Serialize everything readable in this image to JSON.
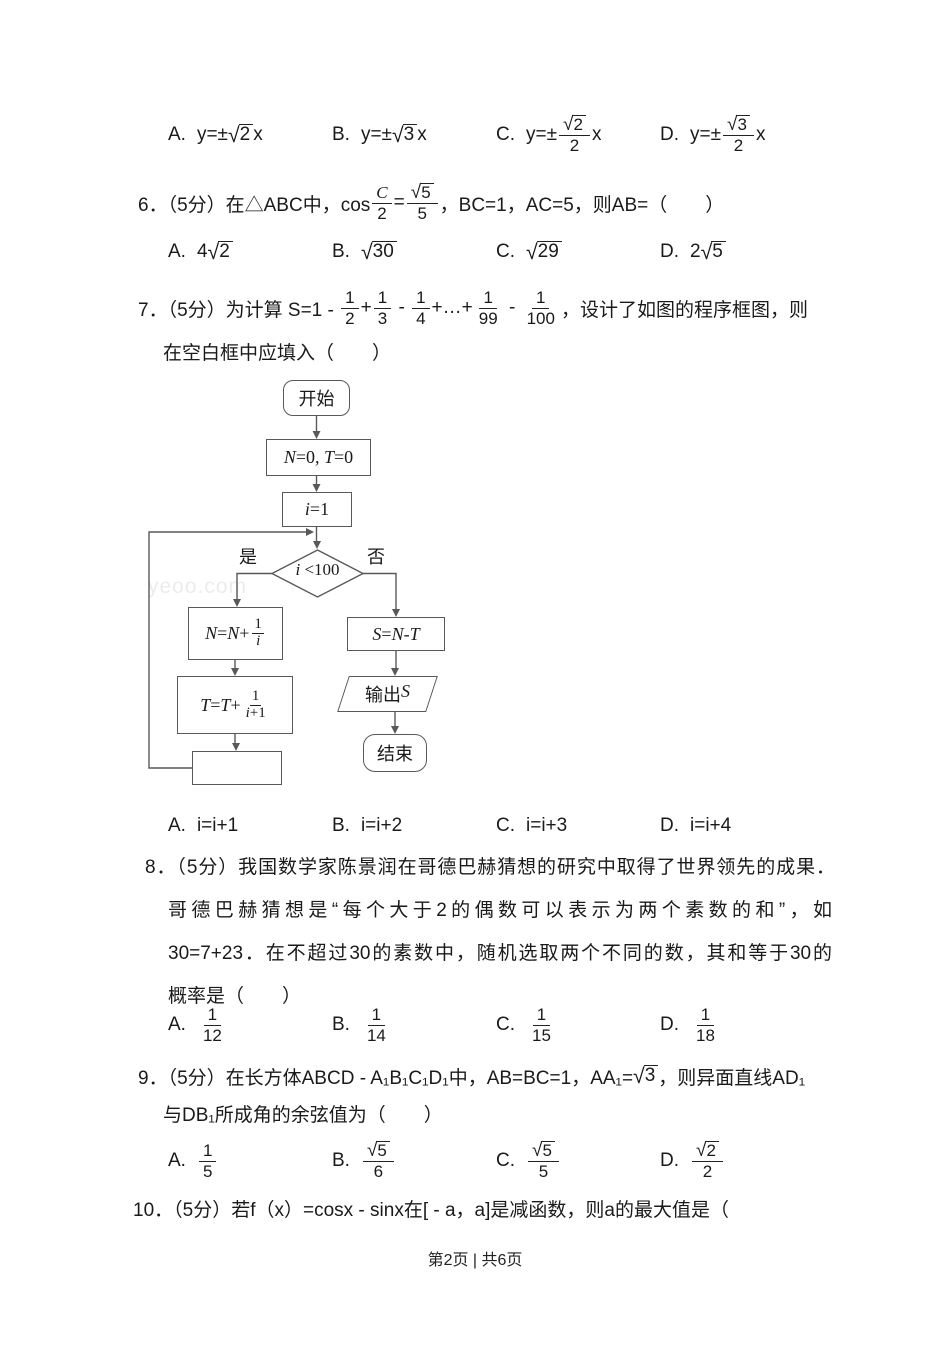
{
  "colors": {
    "text": "#1a1a1a",
    "flowchart_line": "#595959",
    "watermark": "rgba(0,0,0,0.08)"
  },
  "footer": {
    "text": "第2页 | 共6页"
  },
  "watermark": {
    "text": "yeoo.com"
  },
  "q5": {
    "options": [
      {
        "letter": "A.",
        "pre": "y=±",
        "sqrt": "2",
        "post": "x"
      },
      {
        "letter": "B.",
        "pre": "y=±",
        "sqrt": "3",
        "post": "x"
      },
      {
        "letter": "C.",
        "pre": "y=±",
        "num_sqrt": "2",
        "den": "2",
        "post": "x"
      },
      {
        "letter": "D.",
        "pre": "y=±",
        "num_sqrt": "3",
        "den": "2",
        "post": "x"
      }
    ]
  },
  "q6": {
    "stem": {
      "pre": "6．（5分）在△ABC中，cos",
      "c_num": "C",
      "c_den": "2",
      "eq": "=",
      "r_num_sqrt": "5",
      "r_den": "5",
      "post": "，BC=1，AC=5，则AB=（　　）"
    },
    "options": [
      {
        "letter": "A.",
        "pre": "4",
        "sqrt": "2"
      },
      {
        "letter": "B.",
        "pre": "",
        "sqrt": "30"
      },
      {
        "letter": "C.",
        "pre": "",
        "sqrt": "29"
      },
      {
        "letter": "D.",
        "pre": "2",
        "sqrt": "5"
      }
    ]
  },
  "q7": {
    "stem": {
      "pre": "7．（5分）为计算 S=1 - ",
      "f": [
        {
          "n": "1",
          "d": "2"
        },
        {
          "n": "1",
          "d": "3"
        },
        {
          "n": "1",
          "d": "4"
        },
        {
          "n": "1",
          "d": "99"
        },
        {
          "n": "1",
          "d": "100"
        }
      ],
      "s1": "+",
      "s2": " - ",
      "s3": "+…+",
      "s4": " - ",
      "post": "，设计了如图的程序框图，则",
      "line2": "在空白框中应填入（　　）"
    },
    "options": [
      {
        "letter": "A.",
        "text": "i=i+1"
      },
      {
        "letter": "B.",
        "text": "i=i+2"
      },
      {
        "letter": "C.",
        "text": "i=i+3"
      },
      {
        "letter": "D.",
        "text": "i=i+4"
      }
    ]
  },
  "flowchart": {
    "start": "开始",
    "init": {
      "v1": "N",
      "r1": "=0, ",
      "v2": "T",
      "r2": "=0"
    },
    "iinit": {
      "v": "i",
      "r": "=1"
    },
    "decision": {
      "v": "i",
      "r": " <100"
    },
    "yes": "是",
    "no": "否",
    "left1": {
      "v1": "N",
      "r1": "=",
      "v2": "N",
      "r2": "+",
      "num": "1",
      "den_v": "i"
    },
    "left2": {
      "v1": "T",
      "r1": "=",
      "v2": "T",
      "r2": "+",
      "num": "1",
      "den_v": "i",
      "den_r": "+1"
    },
    "sbox": {
      "v1": "S",
      "r1": "=",
      "v2": "N",
      "r2": "-",
      "v3": "T"
    },
    "out": {
      "label": "输出",
      "v": "S"
    },
    "end": "结束"
  },
  "q8": {
    "lines": [
      "8．（5分）我国数学家陈景润在哥德巴赫猜想的研究中取得了世界领先的成果．",
      "哥德巴赫猜想是“每个大于2的偶数可以表示为两个素数的和”，如",
      "30=7+23．在不超过30的素数中，随机选取两个不同的数，其和等于30的",
      "概率是（　　）"
    ],
    "options": [
      {
        "letter": "A.",
        "num": "1",
        "den": "12"
      },
      {
        "letter": "B.",
        "num": "1",
        "den": "14"
      },
      {
        "letter": "C.",
        "num": "1",
        "den": "15"
      },
      {
        "letter": "D.",
        "num": "1",
        "den": "18"
      }
    ]
  },
  "q9": {
    "stem": {
      "l1pre": "9．（5分）在长方体ABCD - A₁B₁C₁D₁中，AB=BC=1，AA₁=",
      "l1sqrt": "3",
      "l1post": "，则异面直线AD₁",
      "line2": "与DB₁所成角的余弦值为（　　）"
    },
    "options": [
      {
        "letter": "A.",
        "num": "1",
        "den": "5"
      },
      {
        "letter": "B.",
        "num_sqrt": "5",
        "den": "6"
      },
      {
        "letter": "C.",
        "num_sqrt": "5",
        "den": "5"
      },
      {
        "letter": "D.",
        "num_sqrt": "2",
        "den": "2"
      }
    ]
  },
  "q10": {
    "text": "10．（5分）若f（x）=cosx - sinx在[ - a，a]是减函数，则a的最大值是（"
  }
}
